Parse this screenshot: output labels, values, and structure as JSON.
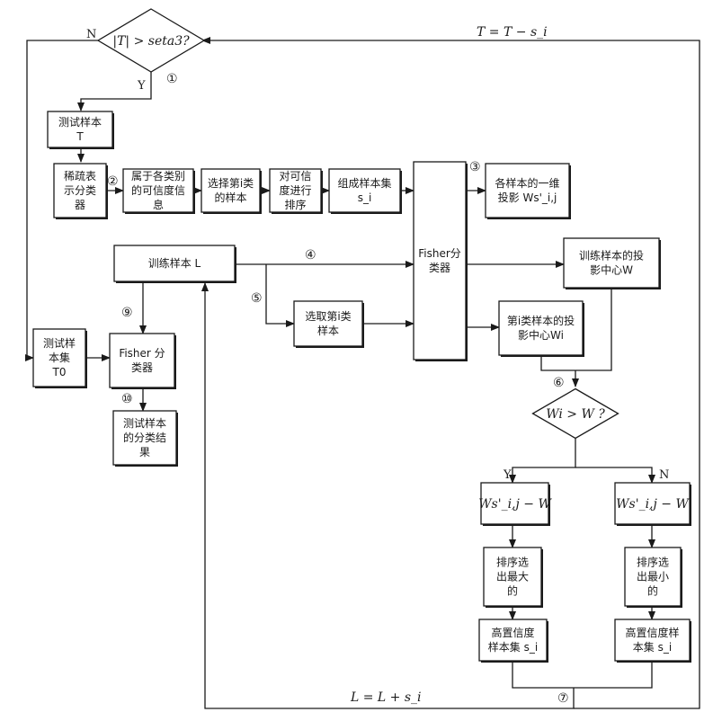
{
  "nodes": {
    "decision_top": {
      "lines": [
        "|T| > seta3?"
      ]
    },
    "test_sample": {
      "lines": [
        "测试样本",
        "T"
      ]
    },
    "sparse_classifier": {
      "lines": [
        "稀疏表",
        "示分类",
        "器"
      ]
    },
    "class_confidence": {
      "lines": [
        "属于各类别",
        "的可信度信",
        "息"
      ]
    },
    "select_class_samples": {
      "lines": [
        "选择第i类",
        "的样本"
      ]
    },
    "rank_confidence": {
      "lines": [
        "对可信",
        "度进行",
        "排序"
      ]
    },
    "form_sample_set": {
      "lines": [
        "组成样本集",
        "s_i"
      ]
    },
    "fisher_main": {
      "lines": [
        "Fisher分",
        "类器"
      ]
    },
    "projection_1d": {
      "lines": [
        "各样本的一维",
        "投影 Ws'_i,j"
      ]
    },
    "train_sample": {
      "lines": [
        "训练样本 L"
      ]
    },
    "select_class_i": {
      "lines": [
        "选取第i类",
        "样本"
      ]
    },
    "train_center": {
      "lines": [
        "训练样本的投",
        "影中心W"
      ]
    },
    "class_center": {
      "lines": [
        "第i类样本的投",
        "影中心Wi"
      ]
    },
    "test_set": {
      "lines": [
        "测试样",
        "本集",
        "T0"
      ]
    },
    "fisher_secondary": {
      "lines": [
        "Fisher 分",
        "类器"
      ]
    },
    "result": {
      "lines": [
        "测试样本",
        "的分类结",
        "果"
      ]
    },
    "decision_w": {
      "lines": [
        "Wi > W ?"
      ]
    },
    "diff_left": {
      "lines": [
        "Ws'_i,j − W"
      ]
    },
    "diff_right": {
      "lines": [
        "Ws'_i,j − W"
      ]
    },
    "sort_max": {
      "lines": [
        "排序选",
        "出最大",
        "的"
      ]
    },
    "sort_min": {
      "lines": [
        "排序选",
        "出最小",
        "的"
      ]
    },
    "high_conf_left": {
      "lines": [
        "高置信度",
        "样本集 s_i"
      ]
    },
    "high_conf_right": {
      "lines": [
        "高置信度样",
        "本集 s_i"
      ]
    }
  },
  "edge_labels": {
    "no_top": "N",
    "yes_top": "Y",
    "yes_w": "Y",
    "no_w": "N",
    "update_T": "T = T − s_i",
    "update_L": "L = L + s_i"
  },
  "step_markers": [
    "①",
    "②",
    "③",
    "④",
    "⑤",
    "⑥",
    "⑦",
    "⑨",
    "⑩"
  ]
}
